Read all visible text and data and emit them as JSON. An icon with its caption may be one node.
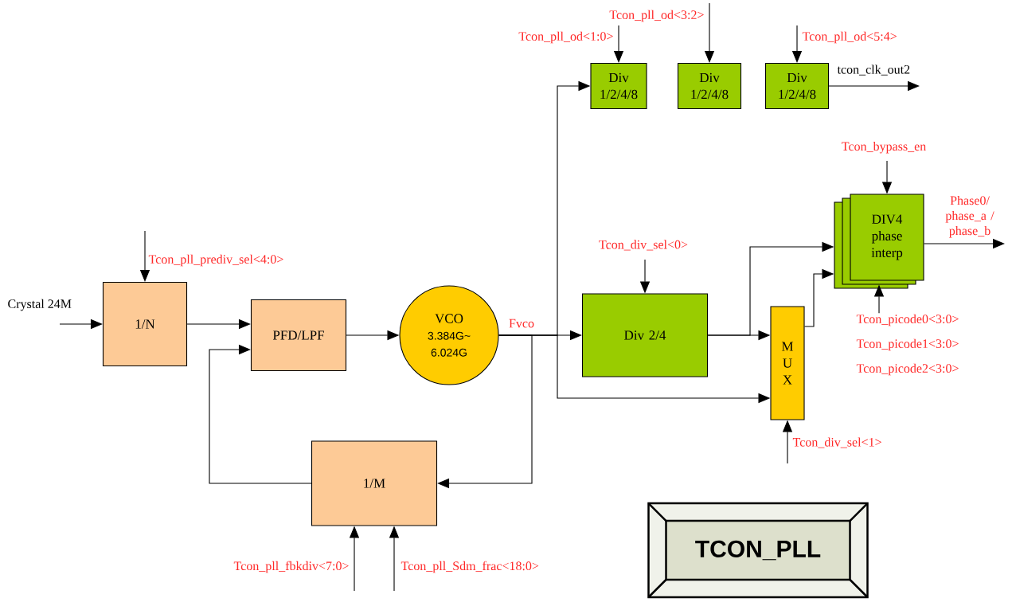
{
  "diagram": {
    "nodes": [
      {
        "text": [
          "1/N"
        ]
      },
      {
        "text": [
          "PFD/LPF"
        ]
      },
      {
        "text": [
          "VCO",
          "3.384G~ 6.024G"
        ]
      },
      {
        "text": [
          "1/M"
        ]
      },
      {
        "text": [
          "Div 1/2/4/8"
        ]
      },
      {
        "text": [
          "Div 1/2/4/8"
        ]
      },
      {
        "text": [
          "Div 1/2/4/8"
        ]
      },
      {
        "text": [
          "Div 2/4"
        ]
      },
      {
        "text": [
          "M U X"
        ]
      },
      {
        "text": [
          "DIV4 phase interp"
        ]
      },
      {
        "text": [
          "TCON_PLL"
        ]
      },
      {
        "text": [
          "Tcon_picode0<3:0>",
          "Tcon_picode1<3:0>",
          "Tcon_picode2<3:0>"
        ]
      }
    ],
    "edges": [
      {
        "from": null,
        "to": 0,
        "arrow": "to",
        "label": "Crystal 24M"
      },
      {
        "from": null,
        "to": 0,
        "arrow": "to",
        "label": "Tcon_pll_prediv_sel<4:0>"
      },
      {
        "from": 0,
        "to": 1,
        "arrow": "to"
      },
      {
        "from": 1,
        "to": 2,
        "arrow": "to"
      },
      {
        "from": 2,
        "to": 7,
        "arrow": "to",
        "label": "Fvco"
      },
      {
        "from": 2,
        "to": 3,
        "arrow": "to"
      },
      {
        "from": 2,
        "to": 4,
        "arrow": "to"
      },
      {
        "from": 2,
        "to": 8,
        "arrow": "to"
      },
      {
        "from": 3,
        "to": 1,
        "arrow": "to"
      },
      {
        "from": null,
        "to": 3,
        "arrow": "to",
        "label": "Tcon_pll_fbkdiv<7:0>"
      },
      {
        "from": null,
        "to": 3,
        "arrow": "to",
        "label": "Tcon_pll_Sdm_frac<18:0>"
      },
      {
        "from": null,
        "to": 4,
        "arrow": "to",
        "label": "Tcon_pll_od<1:0>"
      },
      {
        "from": null,
        "to": 5,
        "arrow": "to",
        "label": "Tcon_pll_od<3:2>"
      },
      {
        "from": null,
        "to": 6,
        "arrow": "to",
        "label": "Tcon_pll_od<5:4>"
      },
      {
        "from": 6,
        "to": null,
        "arrow": "to",
        "label": "tcon_clk_out2"
      },
      {
        "from": null,
        "to": 7,
        "arrow": "to",
        "label": "Tcon_div_sel<0>"
      },
      {
        "from": 7,
        "to": 8,
        "arrow": "to"
      },
      {
        "from": 7,
        "to": 9,
        "arrow": "to"
      },
      {
        "from": 8,
        "to": 9,
        "arrow": "to"
      },
      {
        "from": null,
        "to": 8,
        "arrow": "to",
        "label": "Tcon_div_sel<1>"
      },
      {
        "from": null,
        "to": 9,
        "arrow": "to",
        "label": "Tcon_bypass_en"
      },
      {
        "from": 11,
        "to": 9,
        "arrow": "to"
      },
      {
        "from": 9,
        "to": null,
        "arrow": "to",
        "label": "Phase0/ phase_a / phase_b"
      }
    ]
  }
}
